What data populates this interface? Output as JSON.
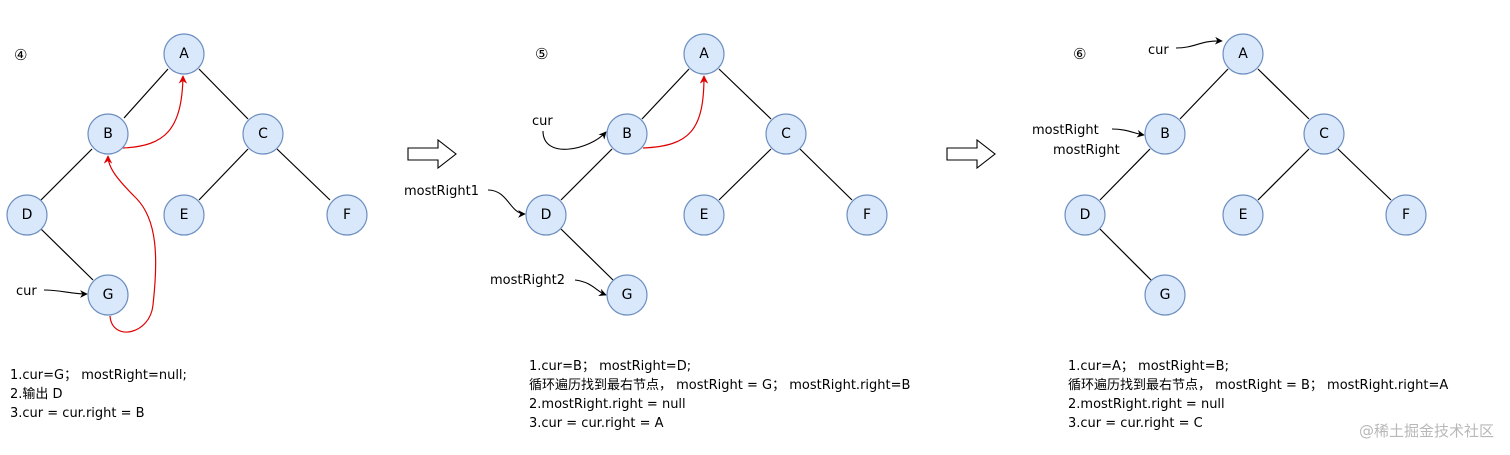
{
  "panels": [
    {
      "number": "④",
      "nodes": [
        "A",
        "B",
        "C",
        "D",
        "E",
        "F",
        "G"
      ],
      "pointers": [
        "cur"
      ],
      "steps": [
        "1.cur=G； mostRight=null;",
        "2.输出 D",
        "3.cur = cur.right = B"
      ]
    },
    {
      "number": "⑤",
      "nodes": [
        "A",
        "B",
        "C",
        "D",
        "E",
        "F",
        "G"
      ],
      "pointers": [
        "cur",
        "mostRight1",
        "mostRight2"
      ],
      "steps": [
        "1.cur=B； mostRight=D;",
        "循环遍历找到最右节点， mostRight = G； mostRight.right=B",
        "2.mostRight.right = null",
        "3.cur = cur.right = A"
      ]
    },
    {
      "number": "⑥",
      "nodes": [
        "A",
        "B",
        "C",
        "D",
        "E",
        "F",
        "G"
      ],
      "pointers": [
        "cur",
        "mostRight",
        "mostRight"
      ],
      "steps": [
        "1.cur=A； mostRight=B;",
        "循环遍历找到最右节点， mostRight = B； mostRight.right=A",
        "2.mostRight.right = null",
        "3.cur = cur.right = C"
      ]
    }
  ],
  "watermark": "@稀土掘金技术社区",
  "colors": {
    "node_fill": "#dae8fc",
    "node_stroke": "#6c8ebf",
    "thread": "#e00000"
  }
}
